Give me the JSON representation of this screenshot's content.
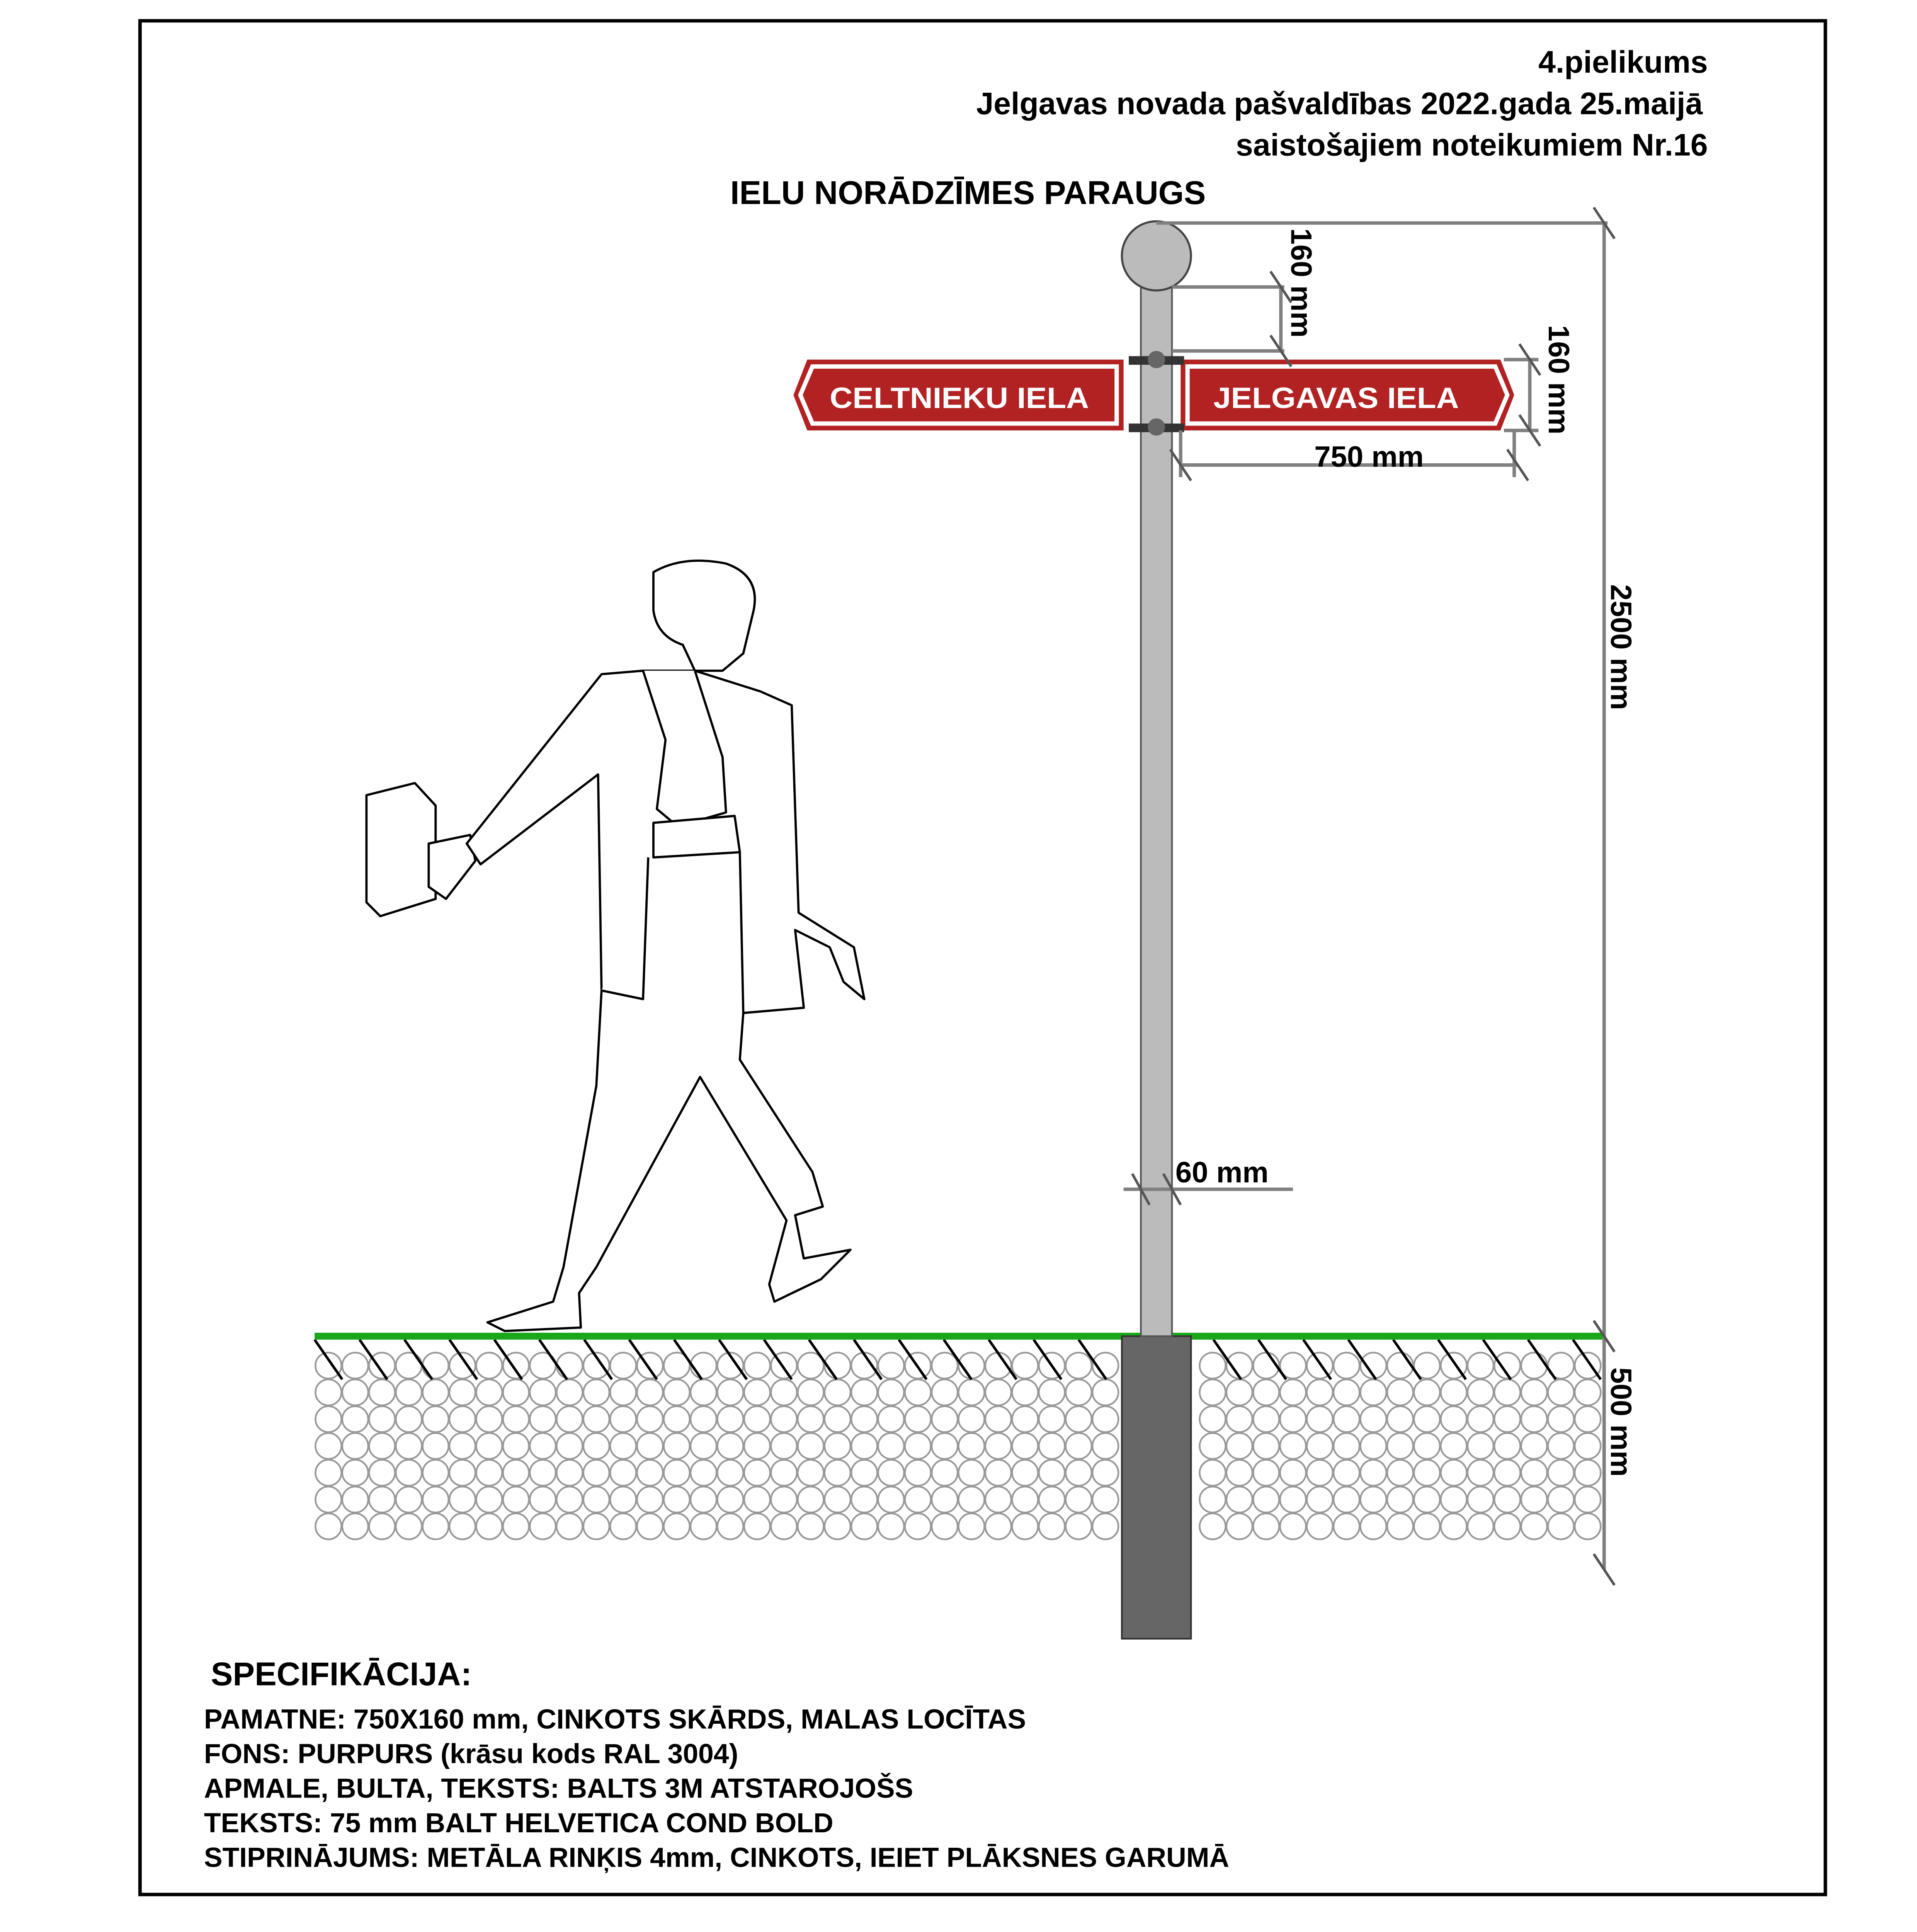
{
  "header": {
    "annex": "4.pielikums",
    "line2": "Jelgavas novada pašvaldības 2022.gada 25.maijā",
    "line3": "saistošajiem noteikumiem Nr.16"
  },
  "title": "IELU NORĀDZĪMES PARAUGS",
  "signs": {
    "left": "CELTNIEKU IELA",
    "right": "JELGAVAS IELA",
    "color": "#b22222"
  },
  "dimensions": {
    "ball_height": "160 mm",
    "sign_height": "160 mm",
    "sign_width": "750 mm",
    "pole_height": "2500 mm",
    "foundation_depth": "500 mm",
    "pole_diameter": "60 mm"
  },
  "spec": {
    "heading": "SPECIFIKĀCIJA:",
    "lines": [
      "PAMATNE: 750X160 mm, CINKOTS SKĀRDS, MALAS LOCĪTAS",
      "FONS: PURPURS (krāsu kods RAL 3004)",
      "APMALE, BULTA, TEKSTS: BALTS 3M ATSTAROJOŠS",
      "TEKSTS: 75 mm BALT HELVETICA COND BOLD",
      "STIPRINĀJUMS: METĀLA RINĶIS 4mm, CINKOTS, IEIET PLĀKSNES GARUMĀ"
    ]
  }
}
